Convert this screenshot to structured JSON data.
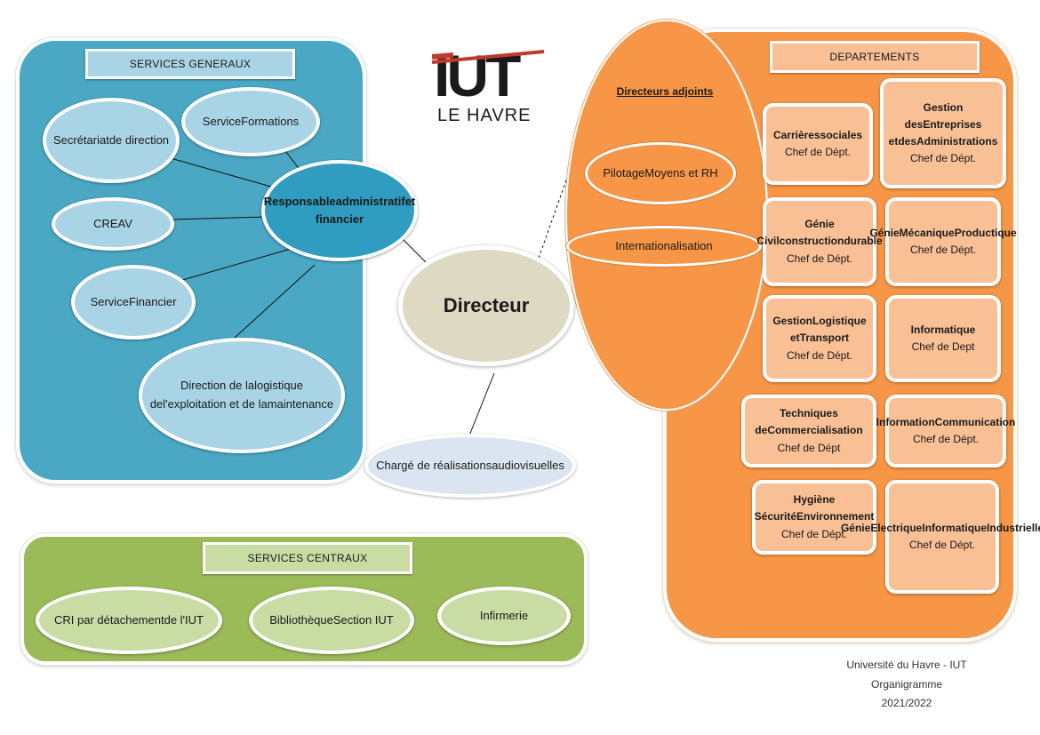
{
  "logo": {
    "mark": "IUT",
    "subtitle": "LE HAVRE"
  },
  "services_generaux": {
    "title": "SERVICES GENERAUX",
    "secretariat": [
      "Secrétariat",
      "de direction"
    ],
    "formations": [
      "Service",
      "Formations"
    ],
    "creav": "CREAV",
    "responsable": [
      "Responsable",
      "administratif",
      "et financier"
    ],
    "financier": [
      "Service",
      "Financier"
    ],
    "logistique": [
      "Direction de la",
      "logistique de",
      "l'exploitation et de la",
      "maintenance"
    ]
  },
  "directeur": "Directeur",
  "audiovisuel": [
    "Chargé de réalisations",
    "audiovisuelles"
  ],
  "directeurs_adjoints": {
    "title": "Directeurs adjoints",
    "pilotage": [
      "Pilotage",
      "Moyens et RH"
    ],
    "international": "Internationalisation"
  },
  "departements": {
    "title": "DEPARTEMENTS",
    "items": [
      {
        "name": [
          "Carrières",
          "sociales"
        ],
        "role": "Chef de Dépt."
      },
      {
        "name": [
          "Gestion des",
          "Entreprises et",
          "des",
          "Administrations"
        ],
        "role": "Chef de Dépt."
      },
      {
        "name": [
          "Génie Civil",
          "construction",
          "durable"
        ],
        "role": "Chef de Dépt."
      },
      {
        "name": [
          "Génie",
          "Mécanique",
          "Productique"
        ],
        "role": "Chef de Dépt."
      },
      {
        "name": [
          "Gestion",
          "Logistique et",
          "Transport"
        ],
        "role": "Chef de Dépt."
      },
      {
        "name": [
          "Informatique"
        ],
        "role": "Chef de Dept"
      },
      {
        "name": [
          "Techniques de",
          "Commercialisation"
        ],
        "role": "Chef de Dépt"
      },
      {
        "name": [
          "Information",
          "Communication"
        ],
        "role": "Chef de Dépt."
      },
      {
        "name": [
          "Hygiène Sécurité",
          "Environnement"
        ],
        "role": "Chef de Dépt."
      },
      {
        "name": [
          "Génie",
          "Electrique",
          "Informatique",
          "Industrielle"
        ],
        "role": "Chef de Dépt."
      }
    ]
  },
  "services_centraux": {
    "title": "SERVICES CENTRAUX",
    "cri": [
      "CRI par détachement",
      "de l'IUT"
    ],
    "bibliotheque": [
      "Bibliothèque",
      "Section IUT"
    ],
    "infirmerie": "Infirmerie"
  },
  "footer": [
    "Université du Havre - IUT",
    "Organigramme",
    "2021/2022"
  ],
  "colors": {
    "blue_panel": "#4aa8c4",
    "blue_light": "#a9d4e6",
    "responsable": "#2f9cc0",
    "green_panel": "#9bbb59",
    "green_light": "#c8dca4",
    "orange_panel": "#f79646",
    "orange_light": "#f9bf95",
    "directeur": "#ddd9c3",
    "audiovisuel": "#dbe5f1",
    "logo_red": "#c0392b"
  }
}
